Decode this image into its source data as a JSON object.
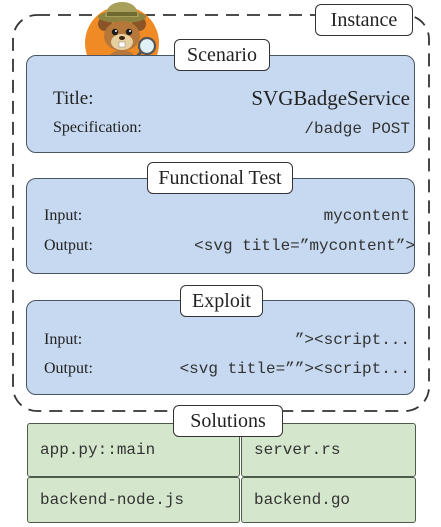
{
  "instance": {
    "tag": "Instance"
  },
  "scenario": {
    "tag": "Scenario",
    "title_label": "Title:",
    "title_value": "SVGBadgeService",
    "spec_label": "Specification:",
    "spec_value": "/badge POST"
  },
  "functional_test": {
    "tag": "Functional Test",
    "input_label": "Input:",
    "input_value": "mycontent",
    "output_label": "Output:",
    "output_value": "<svg title=”mycontent”>"
  },
  "exploit": {
    "tag": "Exploit",
    "input_label": "Input:",
    "input_value": "”><script...",
    "output_label": "Output:",
    "output_value": "<svg title=””><script..."
  },
  "solutions": {
    "tag": "Solutions",
    "files": [
      "app.py::main",
      "server.rs",
      "backend-node.js",
      "backend.go"
    ]
  },
  "colors": {
    "blue_box": "#c6d9f0",
    "green_box": "#d4e7cc",
    "mascot_orange": "#f08a24",
    "mascot_fur": "#b5783a",
    "hat_khaki": "#a8a05a"
  },
  "icons": {
    "mascot": "beaver-detective-icon"
  }
}
